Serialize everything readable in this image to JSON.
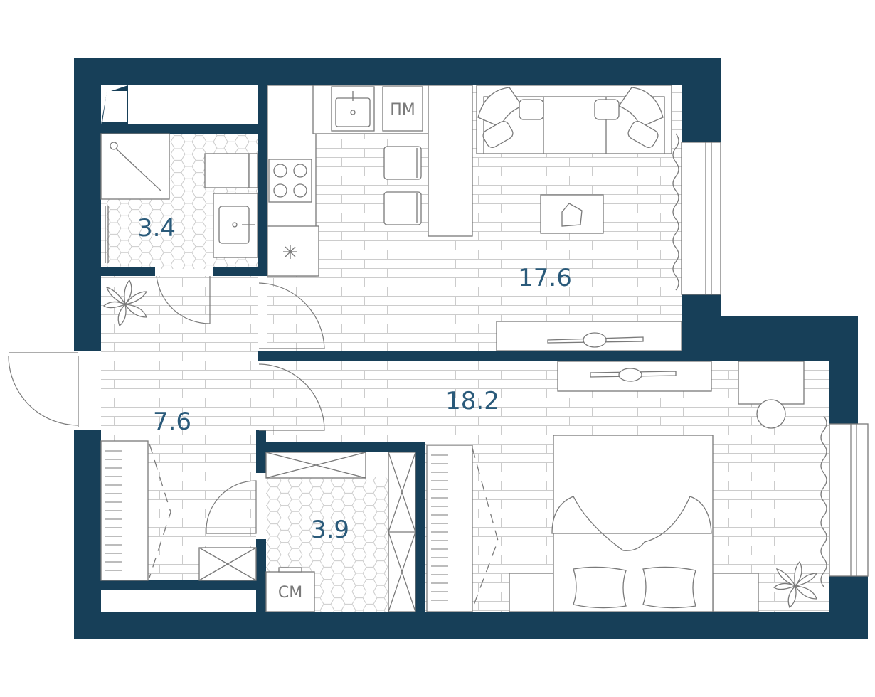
{
  "colors": {
    "wall": "#173f58",
    "accent": "#2a5a7a",
    "line": "#c8c8c8",
    "line2": "#7a7a7a",
    "background": "#ffffff"
  },
  "rooms": [
    {
      "id": "bathroom",
      "area": "3.4"
    },
    {
      "id": "living-kitchen",
      "area": "17.6"
    },
    {
      "id": "hallway",
      "area": "7.6"
    },
    {
      "id": "bedroom",
      "area": "18.2"
    },
    {
      "id": "laundry",
      "area": "3.9"
    }
  ],
  "fixtures": {
    "dishwasher": "ПМ",
    "washing_machine": "СМ"
  },
  "icons": [
    "plant-icon",
    "sink-icon",
    "stove-icon",
    "fan-icon",
    "armchair-icon",
    "bed-icon",
    "pillow-icon"
  ]
}
